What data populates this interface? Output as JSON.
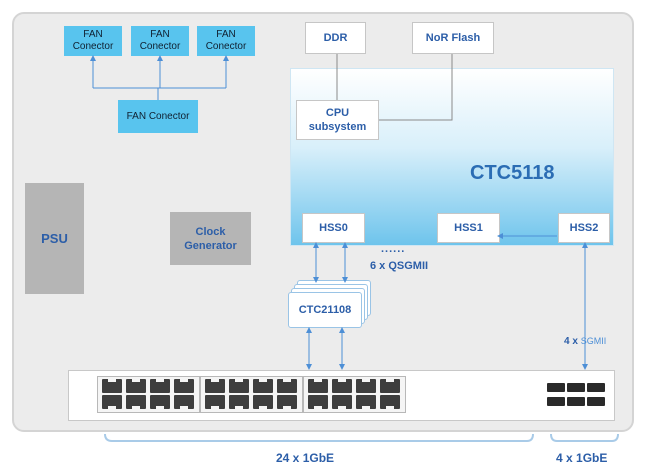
{
  "fans": {
    "top_labels": [
      "FAN\nConector",
      "FAN\nConector",
      "FAN\nConector"
    ],
    "hub_label": "FAN Conector"
  },
  "memory": {
    "ddr": "DDR",
    "flash": "NoR Flash"
  },
  "cpu": "CPU\nsubsystem",
  "chip": {
    "name": "CTC5118",
    "hss": [
      "HSS0",
      "HSS1",
      "HSS2"
    ]
  },
  "psu": "PSU",
  "clock": "Clock\nGenerator",
  "phy": {
    "name": "CTC21108",
    "dots": "......",
    "link_label": "6 x QSGMII"
  },
  "sgmii": {
    "count": "4 x ",
    "type": "SGMII"
  },
  "ports": {
    "rj45_label": "24 x 1GbE",
    "sfp_label": "4 x 1GbE"
  },
  "colors": {
    "fan_fill": "#58c4ee",
    "label_blue": "#2c5ea8",
    "line_blue": "#4d8fd6",
    "bracket": "#a9cbe8"
  }
}
